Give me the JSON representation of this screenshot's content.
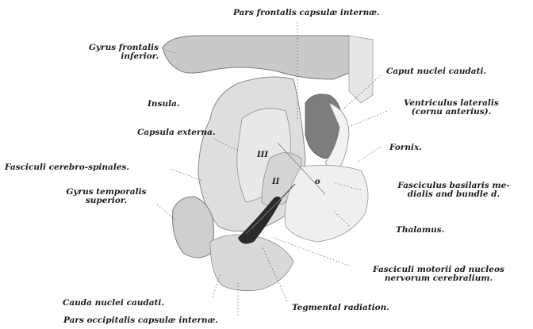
{
  "labels": {
    "pars_frontalis": "Pars frontalis capsulæ internæ.",
    "gyrus_frontalis_1": "Gyrus frontalis",
    "gyrus_frontalis_2": "inferior.",
    "caput_nuclei": "Caput nuclei caudati.",
    "insula": "Insula.",
    "ventriculus_1": "Ventriculus lateralis",
    "ventriculus_2": "(cornu anterius).",
    "capsula_externa": "Capsula externa.",
    "fornix": "Fornix.",
    "fasciculi_cs": "Fasciculi cerebro-spinales.",
    "fasciculus_bas_1": "Fasciculus basilaris me-",
    "fasciculus_bas_2": "dialis and bundle d.",
    "gyrus_temporalis_1": "Gyrus temporalis",
    "gyrus_temporalis_2": "superior.",
    "thalamus": "Thalamus.",
    "fasciculi_motorii_1": "Fasciculi motorii ad nucleos",
    "fasciculi_motorii_2": "nervorum cerebralium.",
    "cauda_nuclei": "Cauda nuclei caudati.",
    "tegmental": "Tegmental radiation.",
    "pars_occipitalis": "Pars occipitalis capsulæ internæ.",
    "inset_III": "III",
    "inset_II": "II",
    "inset_o": "o"
  }
}
